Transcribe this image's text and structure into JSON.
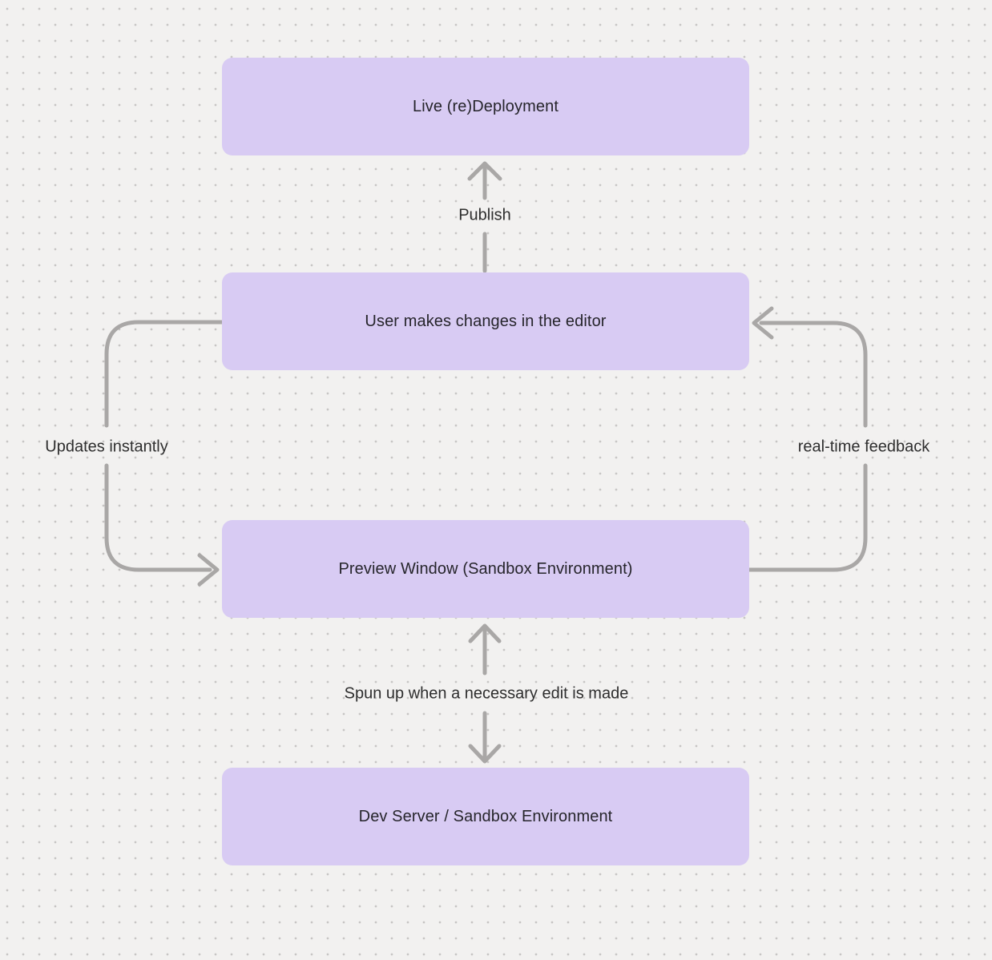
{
  "canvas": {
    "background_color": "#f2f1f0",
    "dot_color": "#c7c5c4"
  },
  "diagram": {
    "type": "flowchart",
    "nodes": [
      {
        "id": "live-deployment",
        "label": "Live (re)Deployment"
      },
      {
        "id": "editor",
        "label": "User makes changes in the editor"
      },
      {
        "id": "preview",
        "label": "Preview Window (Sandbox Environment)"
      },
      {
        "id": "dev-server",
        "label": "Dev Server / Sandbox Environment"
      }
    ],
    "edges": [
      {
        "id": "publish",
        "label": "Publish",
        "from": "editor",
        "to": "live-deployment",
        "style": "straight-up-arrow"
      },
      {
        "id": "updates-instantly",
        "label": "Updates instantly",
        "from": "editor",
        "to": "preview",
        "style": "left-side-loop"
      },
      {
        "id": "real-time-feedback",
        "label": "real-time feedback",
        "from": "preview",
        "to": "editor",
        "style": "right-side-loop"
      },
      {
        "id": "spun-up",
        "label": "Spun up when a necessary edit is made",
        "from": "preview",
        "to": "dev-server",
        "style": "double-headed-vertical"
      }
    ],
    "colors": {
      "node_fill": "#d8cbf3",
      "node_text": "#26252b",
      "arrow": "#a9a7a6",
      "edge_label_text": "#2e2e2e"
    }
  }
}
